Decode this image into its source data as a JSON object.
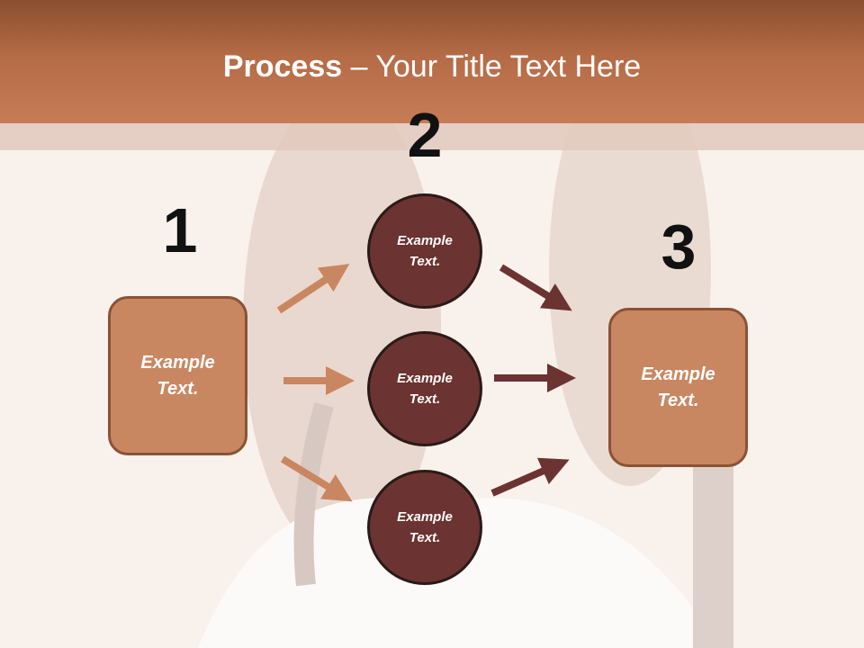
{
  "slide": {
    "title_bold": "Process",
    "title_rest": " – Your Title Text Here"
  },
  "steps": [
    {
      "number": "1",
      "label": "Example\nText."
    },
    {
      "number": "2",
      "label": "Example\nText."
    },
    {
      "number": "3",
      "label": "Example\nText."
    }
  ],
  "circles": [
    {
      "label": "Example\nText."
    },
    {
      "label": "Example\nText."
    },
    {
      "label": "Example\nText."
    }
  ],
  "colors": {
    "header": "#b46b46",
    "box_fill": "#c98761",
    "circle_fill": "#6b3331",
    "arrow_light": "#c98761",
    "arrow_dark": "#6b3331"
  }
}
